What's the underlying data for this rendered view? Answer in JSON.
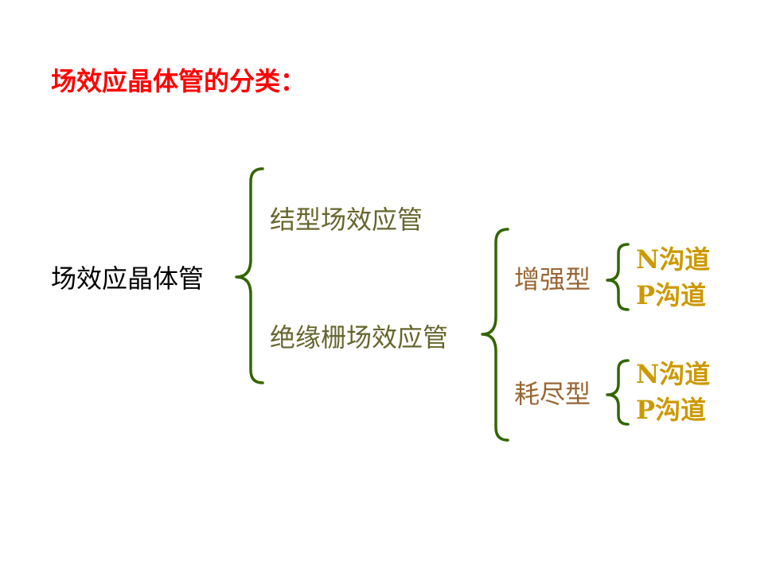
{
  "title": "场效应晶体管的分类：",
  "root": "场效应晶体管",
  "level1": {
    "junction": "结型场效应管",
    "insulated_gate": "绝缘栅场效应管"
  },
  "level2": {
    "enhancement": "增强型",
    "depletion": "耗尽型"
  },
  "level3": {
    "enhancement_n": "N沟道",
    "enhancement_p": "P沟道",
    "depletion_n": "N沟道",
    "depletion_p": "P沟道"
  },
  "colors": {
    "title": "#ff0000",
    "root": "#000000",
    "level1": "#66662e",
    "level2": "#996633",
    "level3": "#cc9900",
    "brace": "#336600"
  }
}
